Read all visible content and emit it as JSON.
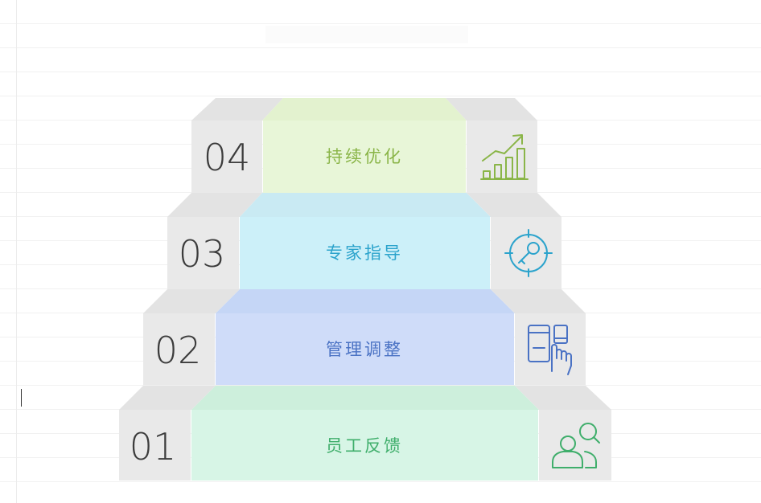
{
  "steps": [
    {
      "number": "01",
      "label": "员工反馈",
      "icon": "user-search-icon",
      "color": "#d7f5e6",
      "text_color": "#3fae6b",
      "icon_color": "#3fae6b"
    },
    {
      "number": "02",
      "label": "管理调整",
      "icon": "devices-touch-icon",
      "color": "#cfdcf9",
      "text_color": "#4a72c4",
      "icon_color": "#4a72c4"
    },
    {
      "number": "03",
      "label": "专家指导",
      "icon": "target-key-icon",
      "color": "#ccf0f9",
      "text_color": "#2ba3cc",
      "icon_color": "#2ba3cc"
    },
    {
      "number": "04",
      "label": "持续优化",
      "icon": "growth-chart-icon",
      "color": "#e8f6d8",
      "text_color": "#8ab548",
      "icon_color": "#8ab548"
    }
  ]
}
